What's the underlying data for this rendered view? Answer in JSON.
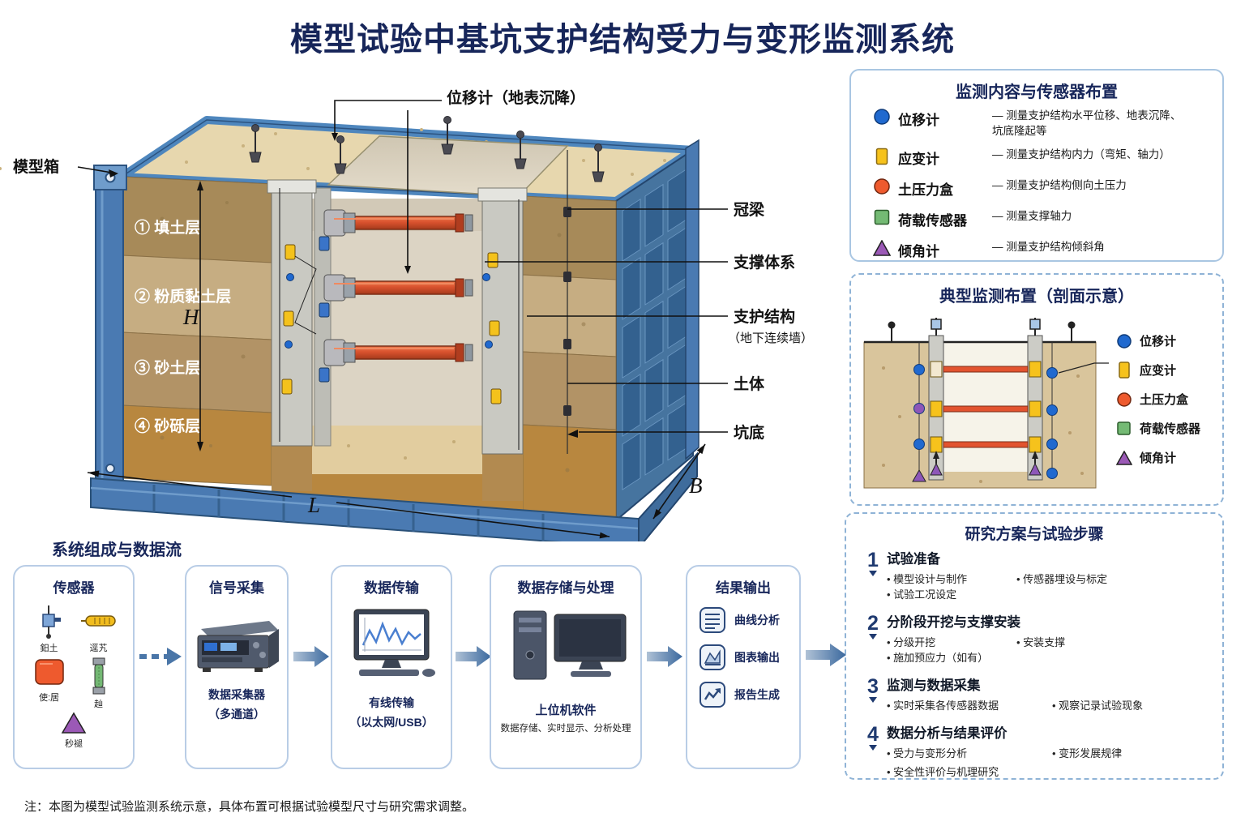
{
  "title": "模型试验中基坑支护结构受力与变形监测系统",
  "colors": {
    "navy": "#17265a",
    "box_blue": "#4a7ab2",
    "strut_red": "#d9522e",
    "sensor_blue": "#2069cf",
    "sensor_yellow": "#f6c21c",
    "sensor_orange": "#ee5a2e",
    "sensor_green": "#74ba74",
    "sensor_purple": "#9b59b6"
  },
  "model": {
    "labels": {
      "displacement_top": "位移计（地表沉降）",
      "model_box": "模型箱",
      "crown_beam": "冠梁",
      "support_system": "支撑体系",
      "support_structure": "支护结构",
      "support_structure_sub": "（地下连续墙）",
      "soil_body": "土体",
      "pit_bottom": "坑底",
      "dim_h": "H",
      "dim_l": "L",
      "dim_b": "B"
    },
    "soil_layers": [
      "① 填土层",
      "② 粉质黏土层",
      "③ 砂土层",
      "④ 砂砾层"
    ]
  },
  "sensor_panel": {
    "title": "监测内容与传感器布置",
    "items": [
      {
        "name": "位移计",
        "desc": "— 测量支护结构水平位移、地表沉降、",
        "desc2": "坑底隆起等"
      },
      {
        "name": "应变计",
        "desc": "— 测量支护结构内力（弯矩、轴力）",
        "desc2": ""
      },
      {
        "name": "土压力盒",
        "desc": "— 测量支护结构侧向土压力",
        "desc2": ""
      },
      {
        "name": "荷载传感器",
        "desc": "— 测量支撑轴力",
        "desc2": ""
      },
      {
        "name": "倾角计",
        "desc": "— 测量支护结构倾斜角",
        "desc2": ""
      }
    ]
  },
  "section_panel": {
    "title": "典型监测布置（剖面示意）",
    "legend": [
      "位移计",
      "应变计",
      "土压力盒",
      "荷载传感器",
      "倾角计"
    ]
  },
  "steps_panel": {
    "title": "研究方案与试验步骤",
    "steps": [
      {
        "num": "1",
        "title": "试验准备",
        "bullets": [
          "模型设计与制作",
          "传感器埋设与标定",
          "试验工况设定"
        ]
      },
      {
        "num": "2",
        "title": "分阶段开挖与支撑安装",
        "bullets": [
          "分级开挖",
          "安装支撑",
          "施加预应力（如有）"
        ]
      },
      {
        "num": "3",
        "title": "监测与数据采集",
        "bullets": [
          "实时采集各传感器数据",
          "观察记录试验现象"
        ]
      },
      {
        "num": "4",
        "title": "数据分析与结果评价",
        "bullets": [
          "受力与变形分析",
          "变形发展规律",
          "安全性评价与机理研究"
        ]
      }
    ]
  },
  "flow": {
    "title": "系统组成与数据流",
    "boxes": [
      {
        "title": "传感器",
        "sensor_labels": [
          "鈤土",
          "逕艽",
          "使:居",
          "赸",
          "秒褪"
        ]
      },
      {
        "title": "信号采集",
        "caption1": "数据采集器",
        "caption2": "（多通道）"
      },
      {
        "title": "数据传输",
        "caption1": "有线传输",
        "caption2": "（以太网/USB）"
      },
      {
        "title": "数据存储与处理",
        "caption1": "上位机软件",
        "caption2": "数据存储、实时显示、分析处理"
      },
      {
        "title": "结果输出",
        "items": [
          "曲线分析",
          "图表输出",
          "报告生成"
        ]
      }
    ]
  },
  "note": "注：本图为模型试验监测系统示意，具体布置可根据试验模型尺寸与研究需求调整。"
}
